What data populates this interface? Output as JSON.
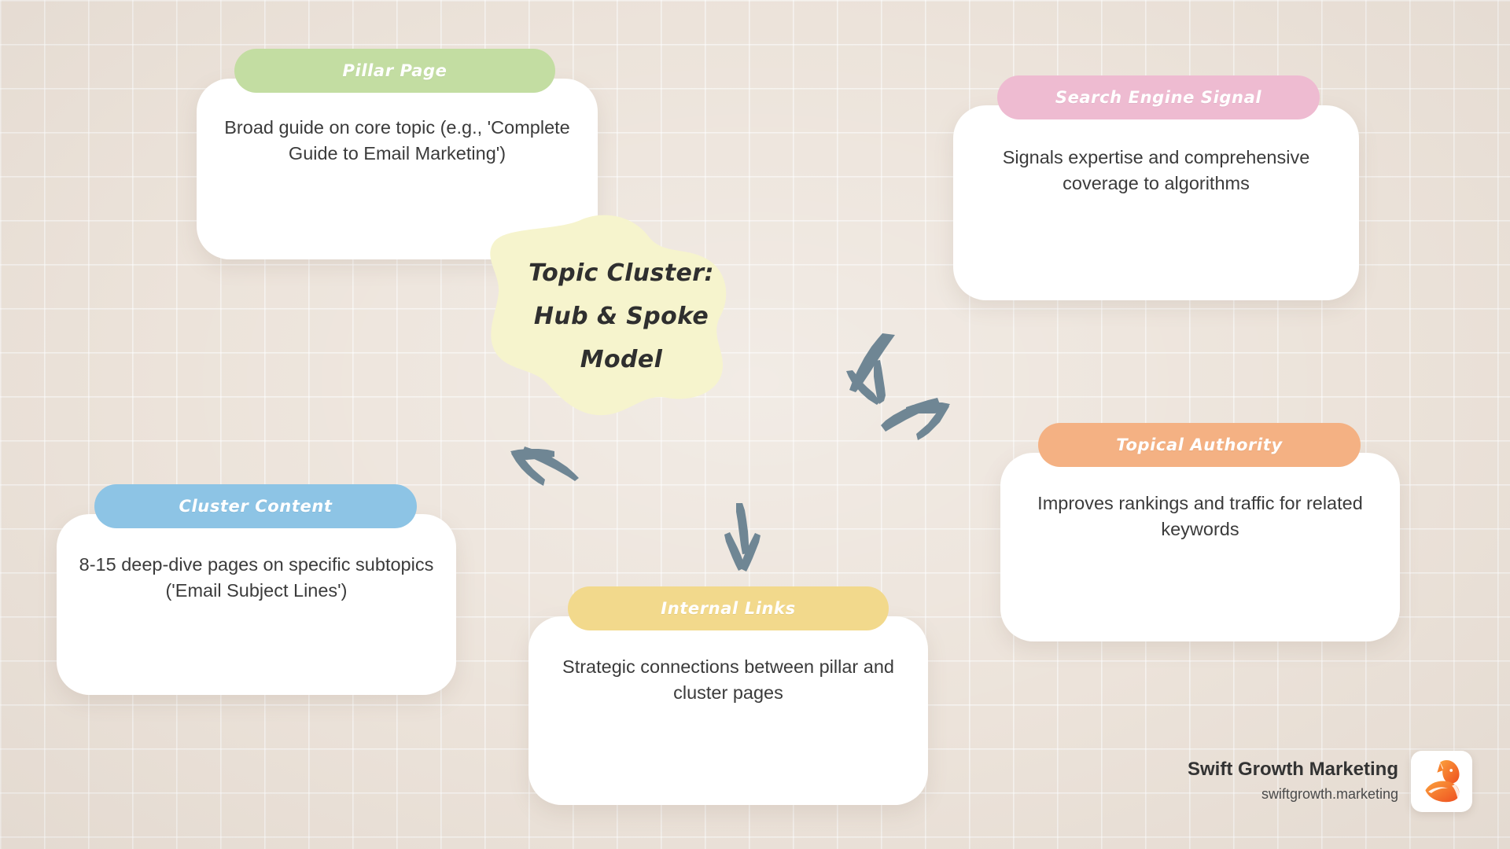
{
  "background": {
    "color": "#ece3da",
    "grid": true
  },
  "center_node": {
    "name": "center-node",
    "color": "#f6f4cd",
    "line1": "Topic Cluster:",
    "line2": "Hub & Spoke",
    "line3": "Model"
  },
  "cards": [
    {
      "id": "pillar-page",
      "title": "Pillar Page",
      "body": "Broad guide on core topic (e.g., 'Complete Guide to Email Marketing')",
      "color": "#c3dda2"
    },
    {
      "id": "search-engine-signal",
      "title": "Search Engine Signal",
      "body": "Signals expertise and comprehensive coverage to algorithms",
      "color": "#eebbd1"
    },
    {
      "id": "cluster-content",
      "title": "Cluster Content",
      "body": "8-15 deep-dive pages on specific subtopics ('Email Subject Lines')",
      "color": "#8dc4e5"
    },
    {
      "id": "topical-authority",
      "title": "Topical Authority",
      "body": "Improves rankings and traffic for related keywords",
      "color": "#f4b183"
    },
    {
      "id": "internal-links",
      "title": "Internal Links",
      "body": "Strategic connections between pillar and cluster pages",
      "color": "#f2d98c"
    }
  ],
  "arrows": {
    "color": "#6f8694",
    "count": 5,
    "directions": [
      "up-left",
      "up-right",
      "down-left",
      "down-right",
      "down"
    ]
  },
  "brand": {
    "name": "Swift Growth Marketing",
    "url": "swiftgrowth.marketing",
    "logo_icon": "fox-logo-icon",
    "logo_colors": [
      "#f98a34",
      "#ef5724"
    ]
  }
}
